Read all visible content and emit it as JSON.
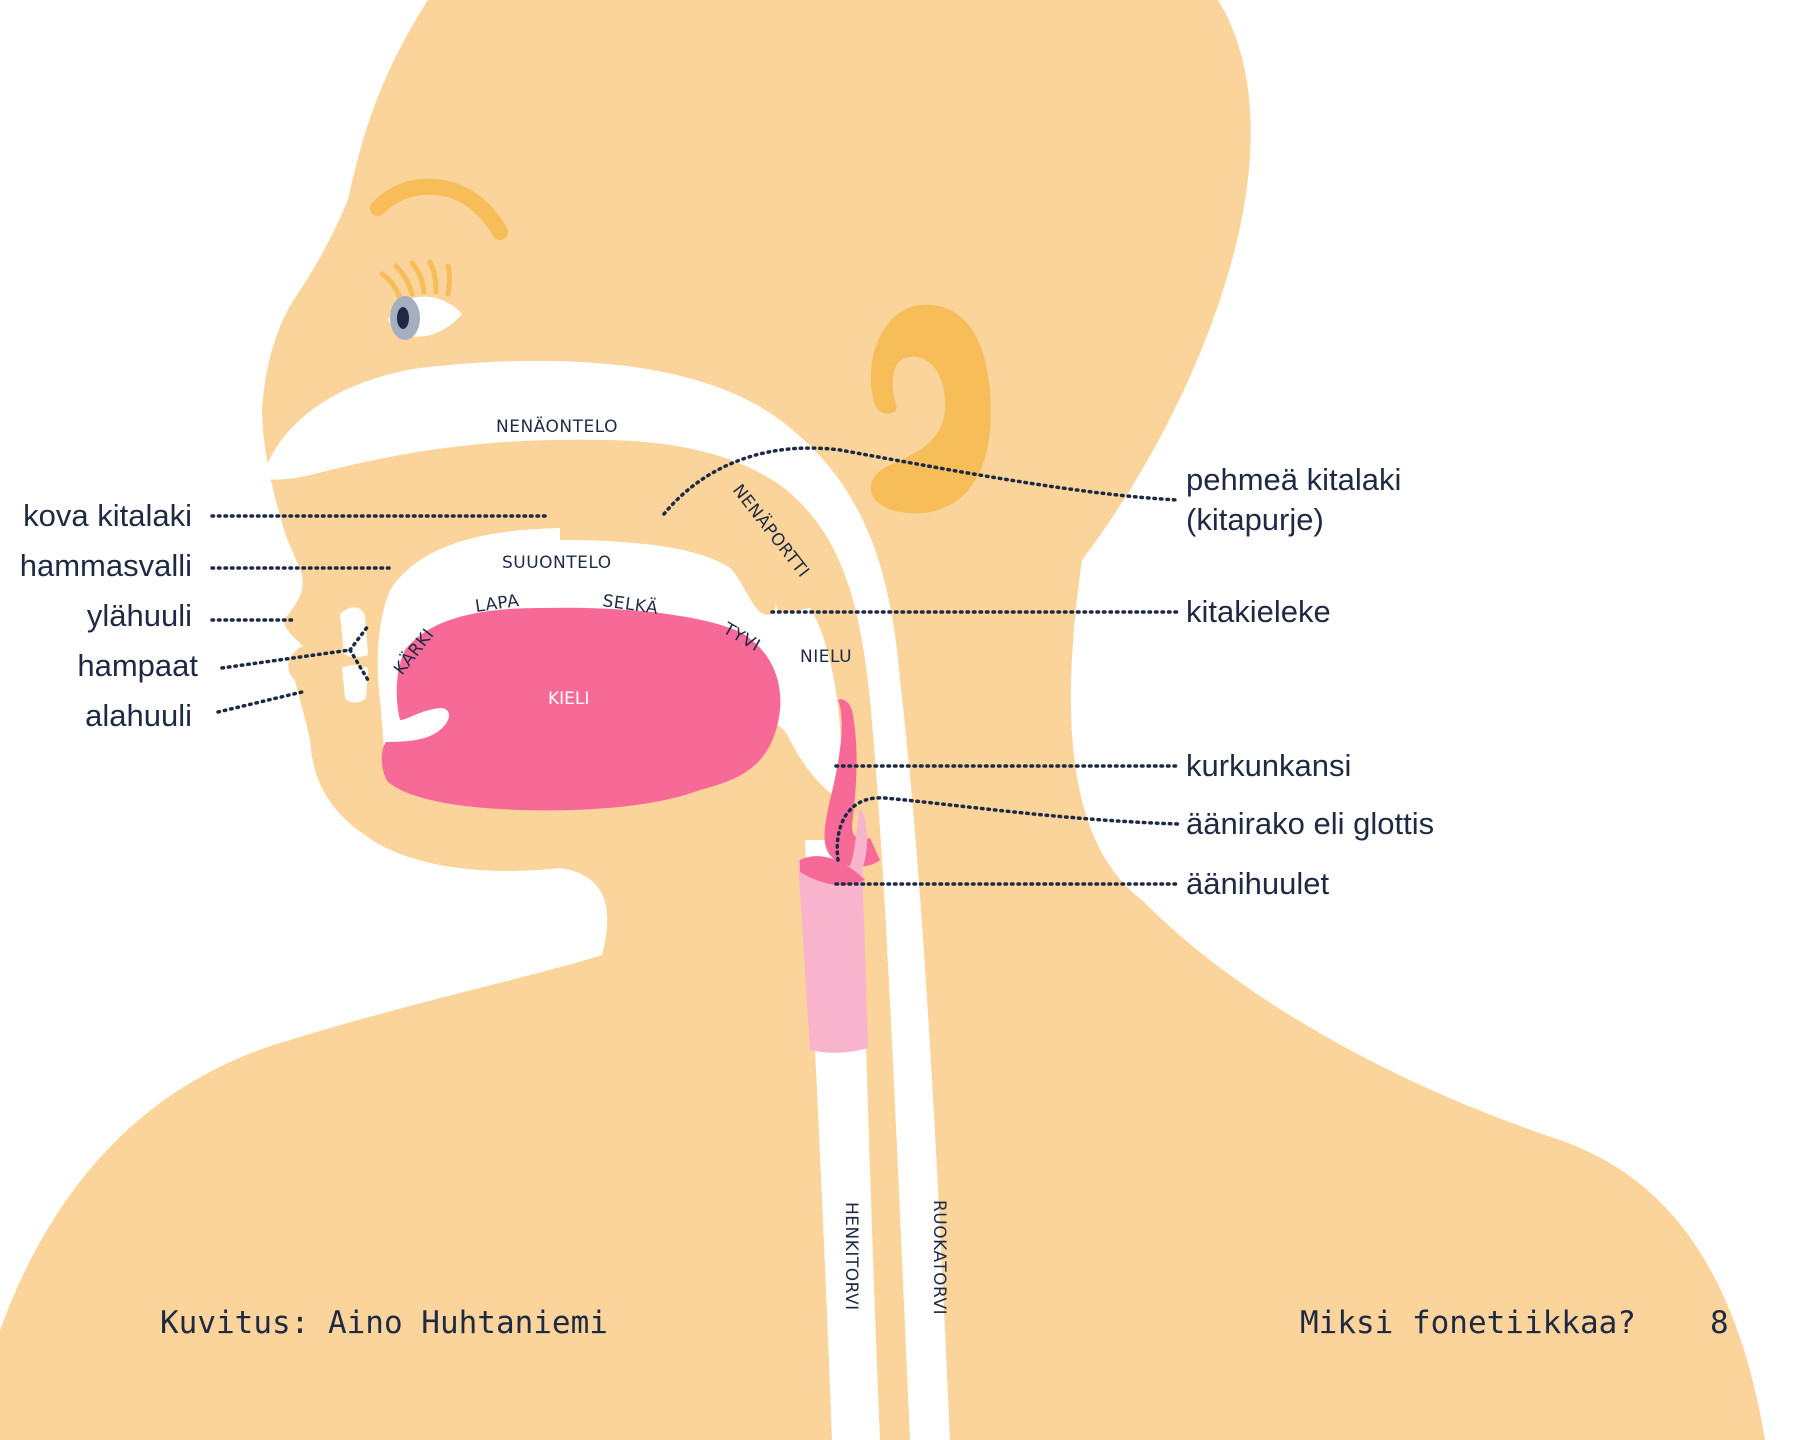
{
  "colors": {
    "skin": "#fad49a",
    "ear_inner": "#f6bd58",
    "eyebrow": "#f6bd58",
    "tongue": "#f76a98",
    "trachea_pink": "#f8b4cc",
    "cavity": "#ffffff",
    "text": "#1e2a44"
  },
  "labels_left": {
    "kova_kitalaki": "kova kitalaki",
    "hammasvalli": "hammasvalli",
    "ylahuuli": "ylähuuli",
    "hampaat": "hampaat",
    "alahuuli": "alahuuli"
  },
  "labels_right": {
    "pehmea_kitalaki_1": "pehmeä kitalaki",
    "pehmea_kitalaki_2": "(kitapurje)",
    "kitakieleke": "kitakieleke",
    "kurkunkansi": "kurkunkansi",
    "aanirako": "äänirako eli glottis",
    "aanihuulet": "äänihuulet"
  },
  "labels_inner": {
    "nenaontelo": "NENÄONTELO",
    "suuontelo": "SUUONTELO",
    "nenaportti": "NENÄPORTTI",
    "lapa": "LAPA",
    "selka": "SELKÄ",
    "karki": "KÄRKI",
    "tyvi": "TYVI",
    "nielu": "NIELU",
    "kieli": "KIELI",
    "henkitorvi": "HENKITORVI",
    "ruokatorvi": "RUOKATORVI"
  },
  "footer": {
    "credit": "Kuvitus: Aino Huhtaniemi",
    "title": "Miksi fonetiikkaa?",
    "page": "8"
  }
}
